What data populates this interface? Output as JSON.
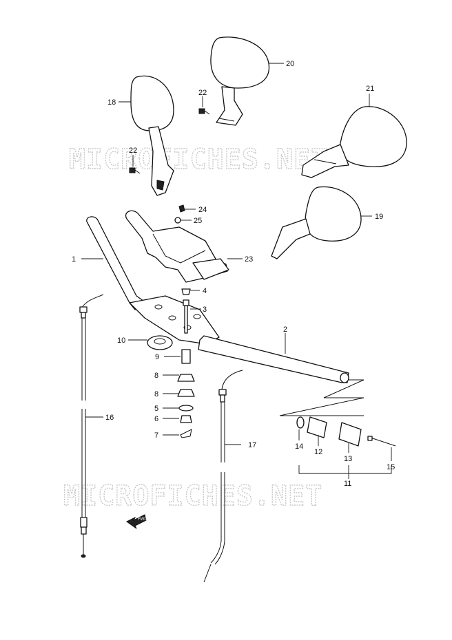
{
  "watermark": "MICROFICHES.NET",
  "fwd_label": "FWD",
  "callouts": {
    "p1": "1",
    "p2": "2",
    "p3": "3",
    "p4": "4",
    "p5": "5",
    "p6": "6",
    "p7": "7",
    "p8a": "8",
    "p8b": "8",
    "p9": "9",
    "p10": "10",
    "p11": "11",
    "p12": "12",
    "p13": "13",
    "p14": "14",
    "p15": "15",
    "p16": "16",
    "p17": "17",
    "p18": "18",
    "p19": "19",
    "p20": "20",
    "p21": "21",
    "p22a": "22",
    "p22b": "22",
    "p23": "23",
    "p24": "24",
    "p25": "25"
  },
  "colors": {
    "line": "#111111",
    "watermark": "#c8c8c8",
    "background": "#ffffff"
  }
}
